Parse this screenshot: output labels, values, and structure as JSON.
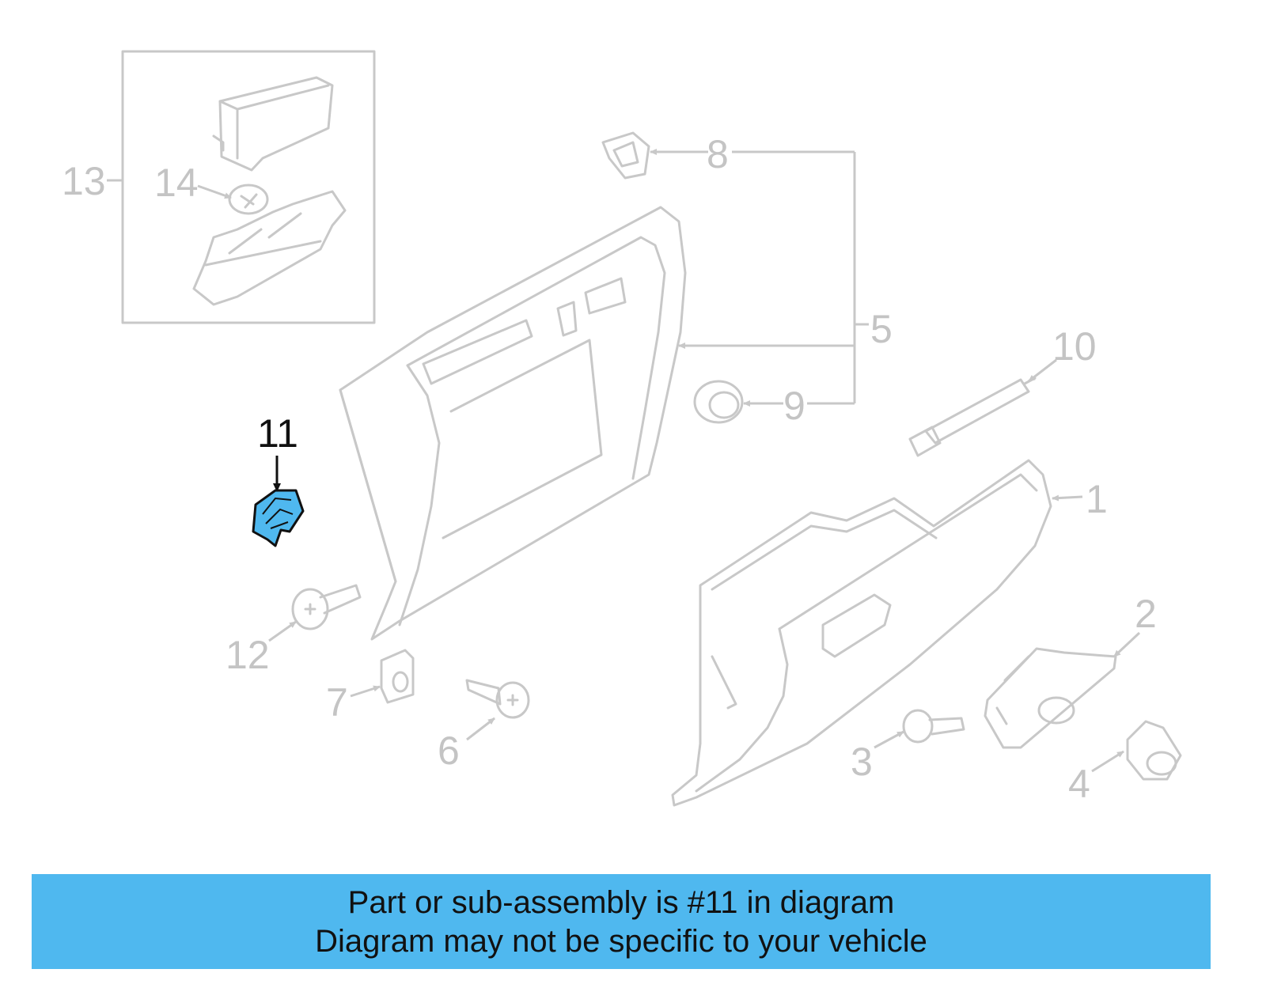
{
  "diagram": {
    "highlight_color": "#4fb8ef",
    "highlighted_part": "11",
    "callouts": {
      "c1": "1",
      "c2": "2",
      "c3": "3",
      "c4": "4",
      "c5": "5",
      "c6": "6",
      "c7": "7",
      "c8": "8",
      "c9": "9",
      "c10": "10",
      "c11": "11",
      "c12": "12",
      "c13": "13",
      "c14": "14"
    }
  },
  "banner": {
    "line1": "Part or sub-assembly is #11 in diagram",
    "line2": "Diagram may not be specific to your vehicle",
    "background": "#4fb8ef"
  }
}
